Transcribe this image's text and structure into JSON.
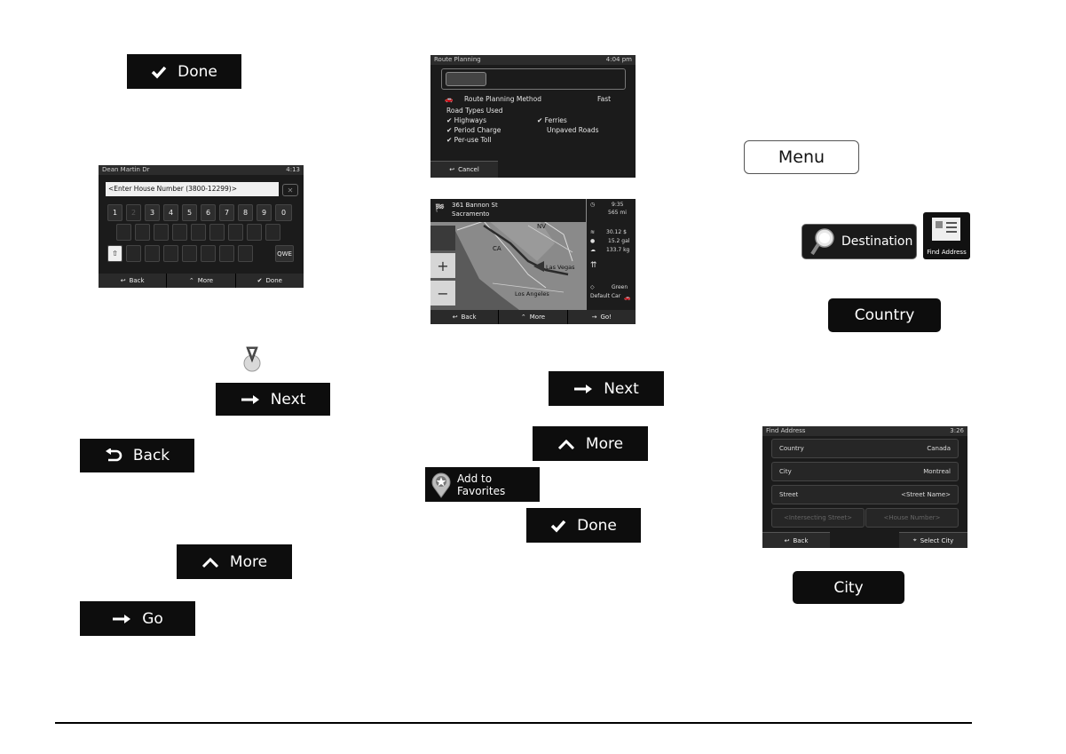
{
  "buttons": {
    "done_1": "Done",
    "next_1": "Next",
    "back_1": "Back",
    "more_1": "More",
    "go_1": "Go",
    "next_2": "Next",
    "more_2": "More",
    "add_favorites": "Add to Favorites",
    "done_2": "Done",
    "menu": "Menu",
    "destination": "Destination",
    "find_address": "Find Address",
    "country": "Country",
    "city": "City"
  },
  "keyboard_screen": {
    "title": "Dean Martin Dr",
    "time": "4:13",
    "input_placeholder": "<Enter House Number (3800-12299)>",
    "keys_row1": [
      "1",
      "2",
      "3",
      "4",
      "5",
      "6",
      "7",
      "8",
      "9",
      "0"
    ],
    "key_qwe": "QWE",
    "bottom": [
      "Back",
      "More",
      "Done"
    ]
  },
  "route_planning": {
    "title": "Route Planning",
    "time": "4:04 pm",
    "method_label": "Route Planning Method",
    "method_value": "Fast",
    "road_types": "Road Types Used",
    "highways": "Highways",
    "ferries": "Ferries",
    "period_charge": "Period Charge",
    "unpaved": "Unpaved Roads",
    "per_use_toll": "Per-use Toll",
    "cancel": "Cancel"
  },
  "map_screen": {
    "address_line1": "361 Bannon St",
    "address_line2": "Sacramento",
    "time": "9:35",
    "distance": "565 mi",
    "cost": "30.12 $",
    "fuel": "15.2 gal",
    "co2": "133.7 kg",
    "label_nv": "NV",
    "label_ca": "CA",
    "label_lv": "Las Vegas",
    "label_la": "Los Angeles",
    "eco": "Green",
    "vehicle": "Default Car",
    "bottom": [
      "Back",
      "More",
      "Go!"
    ]
  },
  "find_address_screen": {
    "title": "Find Address",
    "time": "3:26",
    "rows": [
      {
        "label": "Country",
        "value": "Canada"
      },
      {
        "label": "City",
        "value": "Montreal"
      },
      {
        "label": "Street",
        "value": "<Street Name>"
      }
    ],
    "intersecting": "<Intersecting Street>",
    "house_number": "<House Number>",
    "back": "Back",
    "select_city": "Select City"
  },
  "colors": {
    "button_bg": "#0d0d0d",
    "screen_bg": "#1b1b1b"
  }
}
